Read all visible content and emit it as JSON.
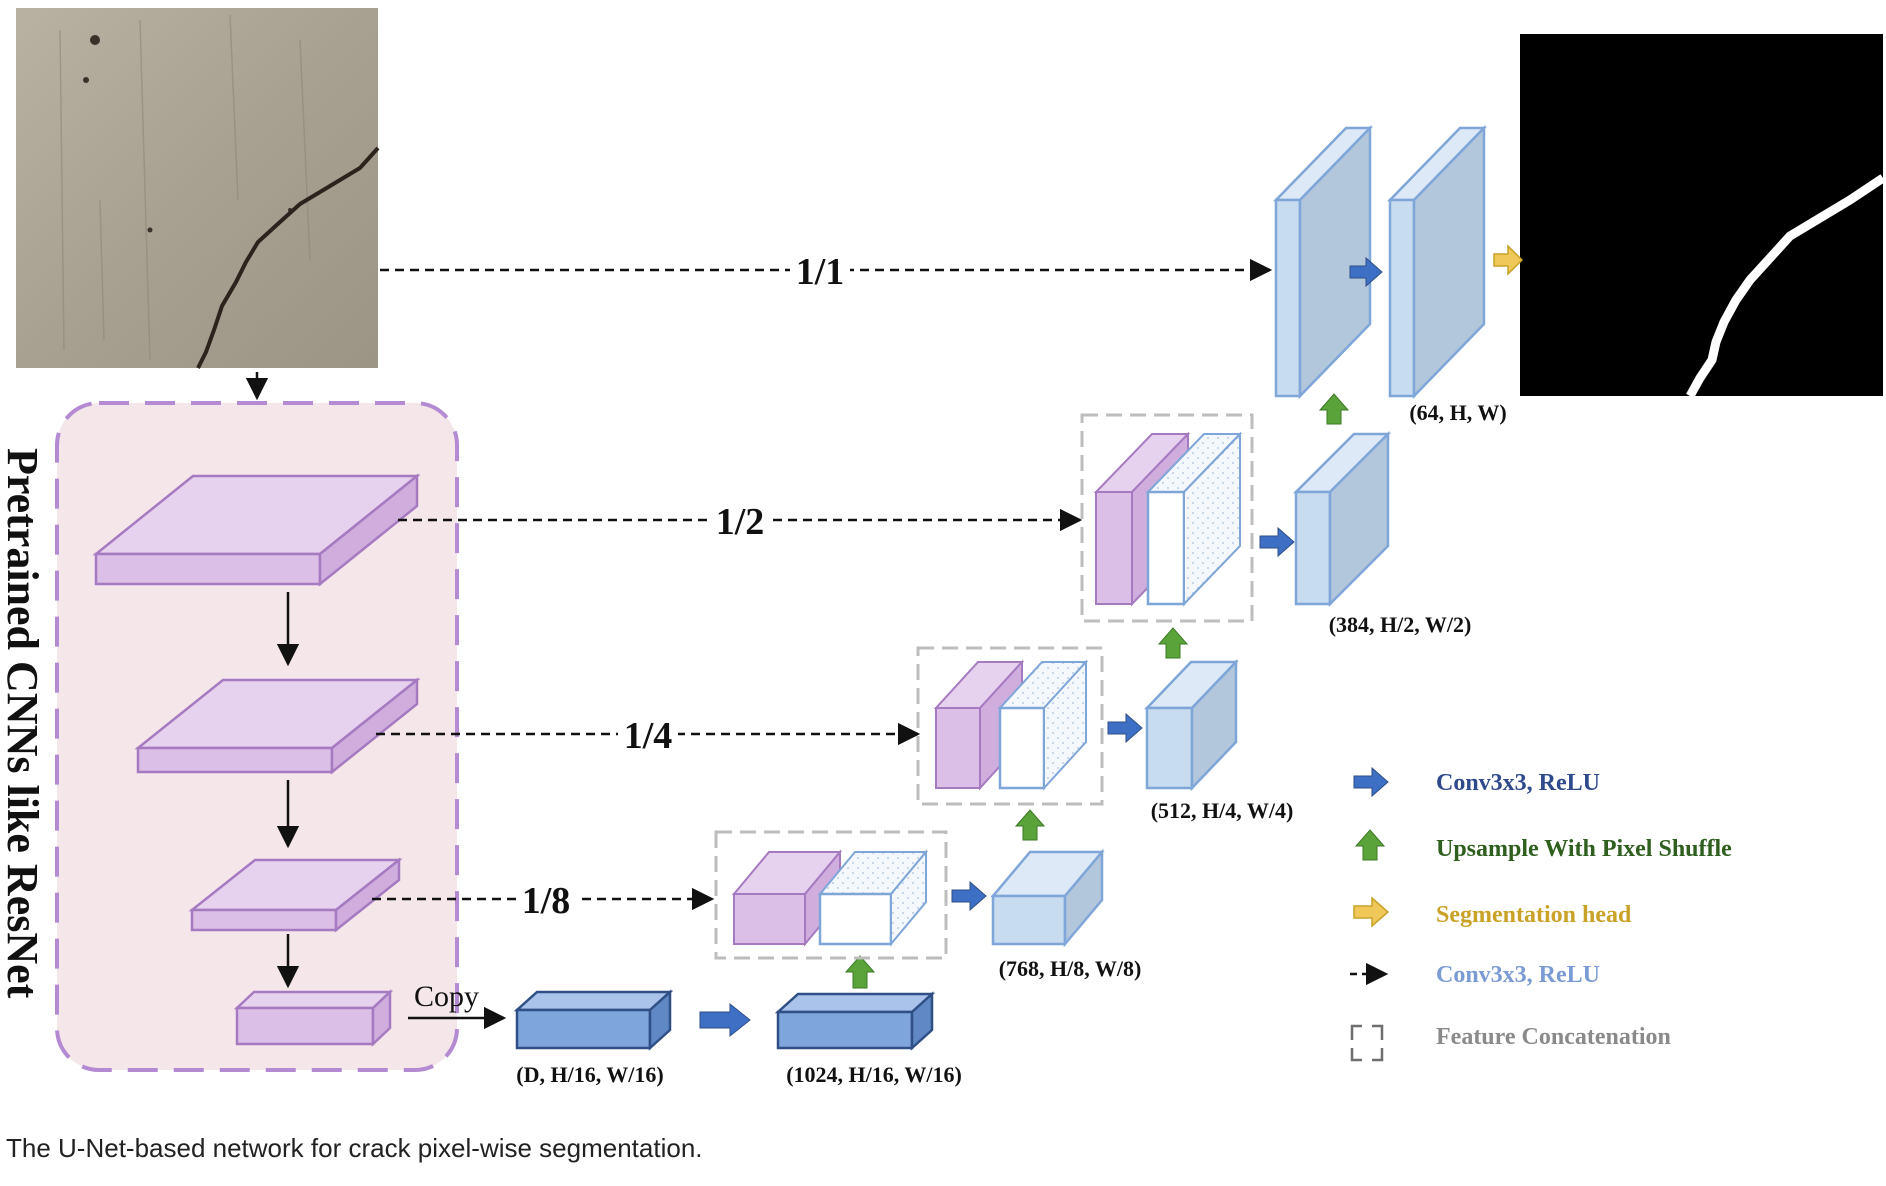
{
  "figure": {
    "caption": "The U-Net-based network for crack pixel-wise segmentation.",
    "encoder_label": "Pretrained CNNs like ResNet",
    "copy_label": "Copy",
    "skip_labels": {
      "s1": "1/1",
      "s2": "1/2",
      "s4": "1/4",
      "s8": "1/8"
    },
    "dims": {
      "d16": "(D, H/16, W/16)",
      "c1024": "(1024, H/16, W/16)",
      "c768": "(768, H/8, W/8)",
      "c512": "(512, H/4, W/4)",
      "c384": "(384, H/2, W/2)",
      "c64": "(64, H, W)"
    },
    "legend": [
      {
        "label": "Conv3x3, ReLU",
        "color": "#2e4a8c",
        "icon": "blue-arrow-icon"
      },
      {
        "label": "Upsample With Pixel Shuffle",
        "color": "#2f5f1e",
        "icon": "green-up-arrow-icon"
      },
      {
        "label": "Segmentation head",
        "color": "#c9a227",
        "icon": "yellow-arrow-icon"
      },
      {
        "label": "Conv3x3, ReLU",
        "color": "#7a9bd4",
        "icon": "dashed-arrow-icon"
      },
      {
        "label": "Feature Concatenation",
        "color": "#8a8a8a",
        "icon": "dashed-bracket-icon"
      }
    ],
    "colors": {
      "encoder_fill": "#dcbfe6",
      "encoder_stroke": "#a67ac0",
      "encoder_bg": "#f5e6ea",
      "bottleneck_fill": "#7ea6dc",
      "bottleneck_stroke": "#2f4f86",
      "decoder_fill": "#c8dcf0",
      "decoder_stroke": "#7fa6d8",
      "concat_stroke": "#bdbdbd",
      "conv_arrow": "#3d6fc4",
      "upsample_arrow": "#5aa33a",
      "seg_arrow": "#f0c85a"
    }
  }
}
